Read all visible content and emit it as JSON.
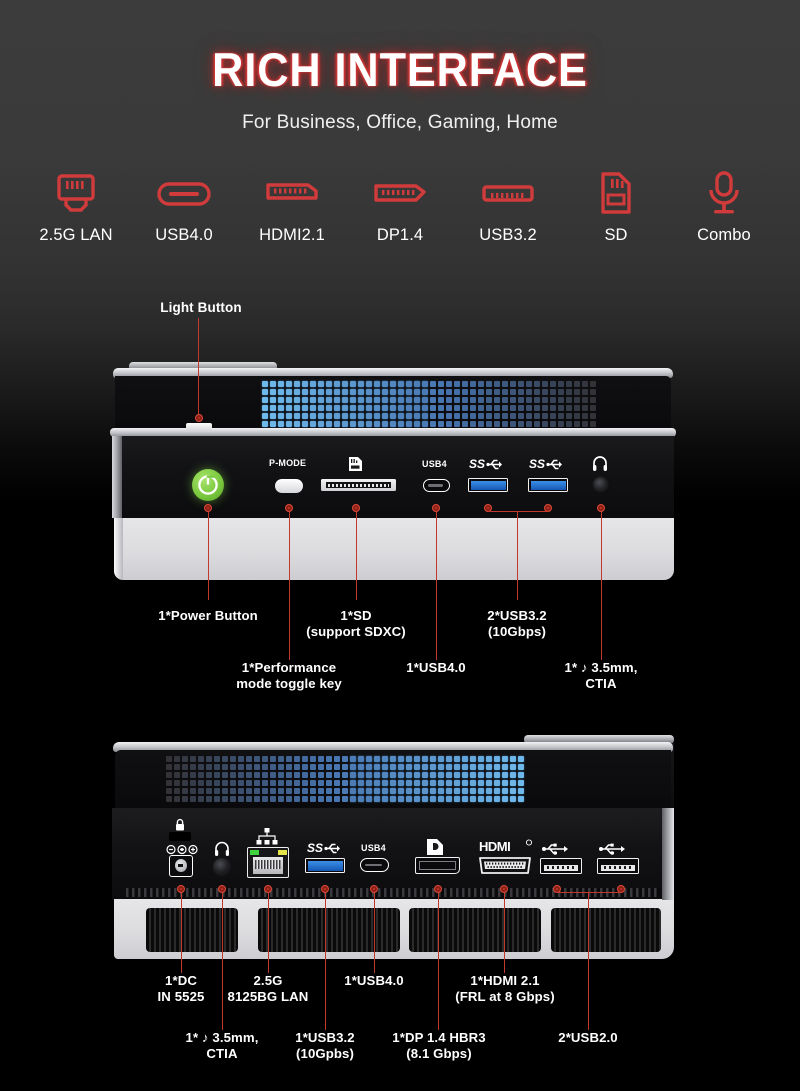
{
  "header": {
    "title": "RICH INTERFACE",
    "subtitle": "For Business, Office, Gaming, Home",
    "title_glow_color": "#d63636"
  },
  "interface_icons": [
    {
      "icon": "rj45-lan-icon",
      "label": "2.5G LAN"
    },
    {
      "icon": "usb-c-icon",
      "label": "USB4.0"
    },
    {
      "icon": "hdmi-icon",
      "label": "HDMI2.1"
    },
    {
      "icon": "displayport-icon",
      "label": "DP1.4"
    },
    {
      "icon": "usb-a-icon",
      "label": "USB3.2"
    },
    {
      "icon": "sd-card-icon",
      "label": "SD"
    },
    {
      "icon": "microphone-icon",
      "label": "Combo"
    }
  ],
  "colors": {
    "accent_red": "#c0392b",
    "icon_red": "#d13b3b",
    "power_green": "#7ac943",
    "usb3_blue": "#1a6fd4",
    "vent_blue": "#5aa9e6",
    "base_silver": "#dcdcdf"
  },
  "front_panel": {
    "light_button_callout": "Light Button",
    "port_labels": {
      "pmode": "P-MODE",
      "sd": "sd-card-icon",
      "usb4": "USB4",
      "usb3_a": "SS",
      "usb3_b": "SS",
      "audio": "headphone-icon"
    },
    "callouts": [
      {
        "name": "power-button",
        "text": "1*Power Button"
      },
      {
        "name": "performance-mode-key",
        "text": "1*Performance\nmode toggle key"
      },
      {
        "name": "sd-slot",
        "text": "1*SD\n(support SDXC)"
      },
      {
        "name": "usb4-port",
        "text": "1*USB4.0"
      },
      {
        "name": "usb32-ports",
        "text": "2*USB3.2\n(10Gbps)"
      },
      {
        "name": "audio-jack",
        "text": "1* ♪ 3.5mm,\nCTIA"
      }
    ]
  },
  "rear_panel": {
    "port_labels": {
      "lock": "kensington-lock-icon",
      "dc": "dc-polarity-icon",
      "audio": "headphone-icon",
      "lan": "network-icon",
      "usb3": "SS",
      "usb4": "USB4",
      "dp": "DP",
      "hdmi": "HDMI",
      "usb2_a": "usb-icon",
      "usb2_b": "usb-icon"
    },
    "callouts": [
      {
        "name": "dc-in",
        "text": "1*DC\nIN 5525"
      },
      {
        "name": "audio-jack",
        "text": "1* ♪ 3.5mm,\nCTIA"
      },
      {
        "name": "lan-port",
        "text": "2.5G\n8125BG LAN"
      },
      {
        "name": "usb32-port",
        "text": "1*USB3.2\n(10Gpbs)"
      },
      {
        "name": "usb4-port",
        "text": "1*USB4.0"
      },
      {
        "name": "dp-port",
        "text": "1*DP 1.4 HBR3\n(8.1 Gbps)"
      },
      {
        "name": "hdmi-port",
        "text": "1*HDMI 2.1\n(FRL at 8 Gbps)"
      },
      {
        "name": "usb2-ports",
        "text": "2*USB2.0"
      }
    ]
  }
}
